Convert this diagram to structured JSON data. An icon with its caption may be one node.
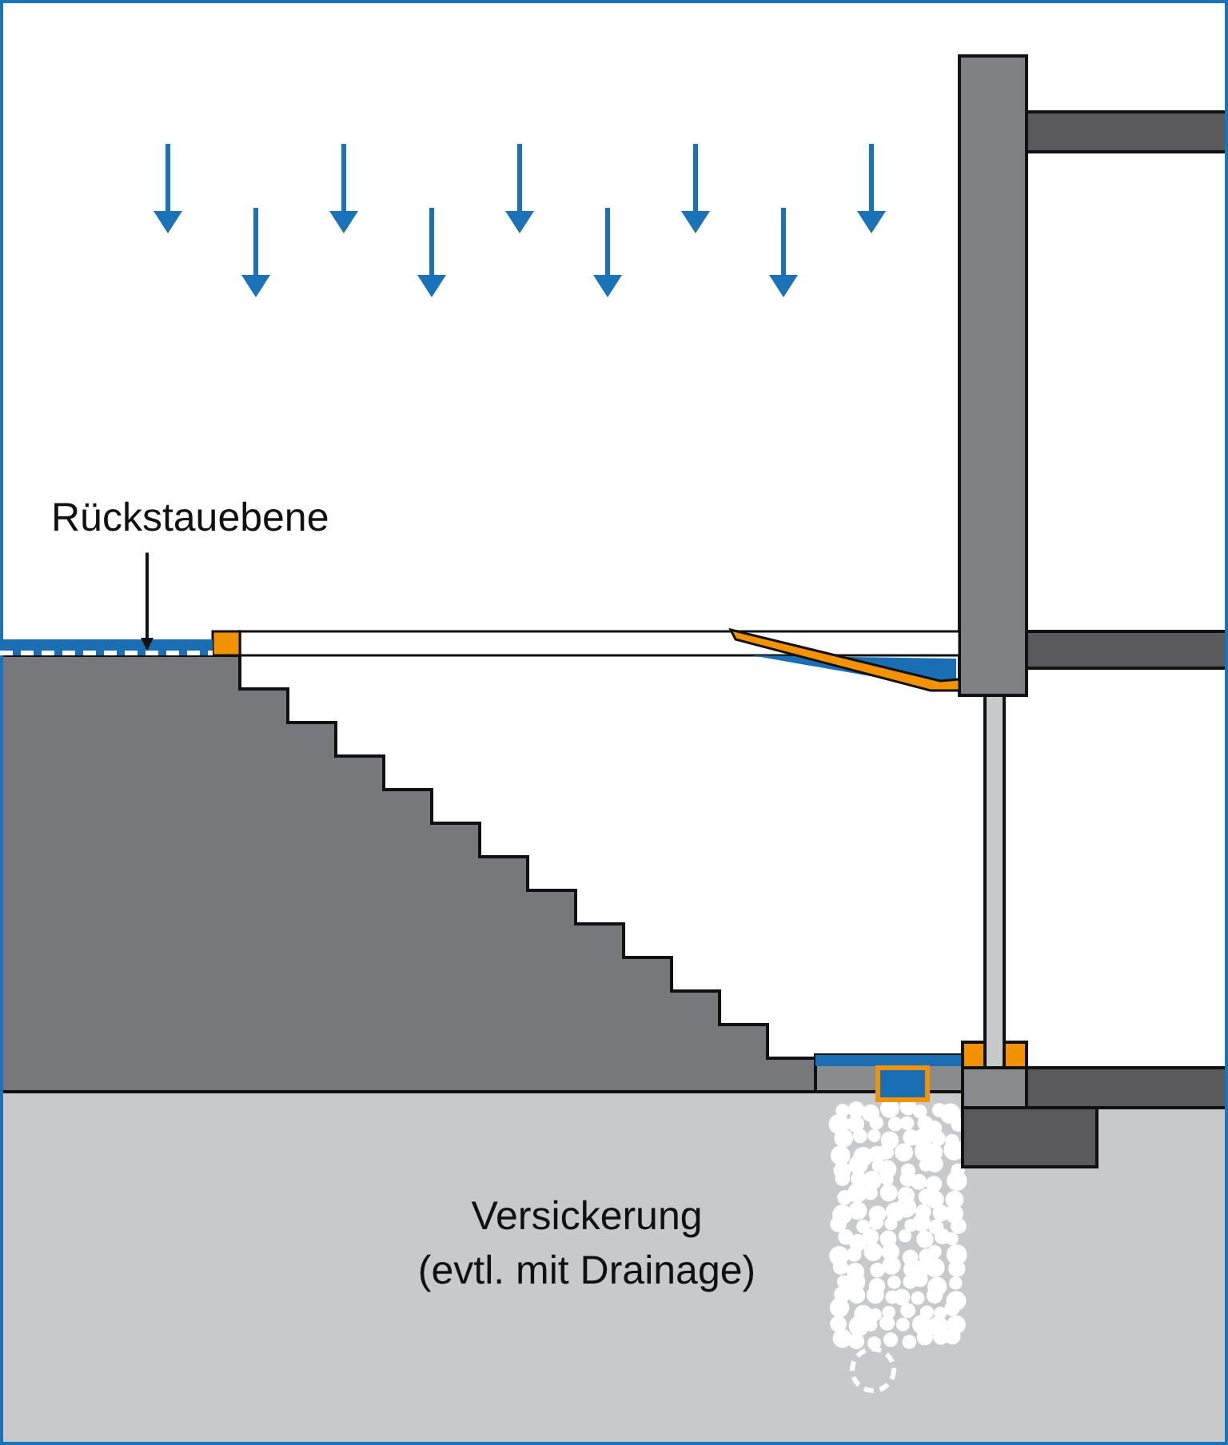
{
  "diagram": {
    "nodes": [
      {
        "text": [
          "Rückstauebene"
        ]
      },
      {
        "text": [],
        "shape": "bar"
      }
    ],
    "edges": [
      {
        "from": 0,
        "to": 1,
        "arrow": "to"
      }
    ],
    "labels": [
      "Versickerung (evtl. mit Drainage)"
    ]
  }
}
